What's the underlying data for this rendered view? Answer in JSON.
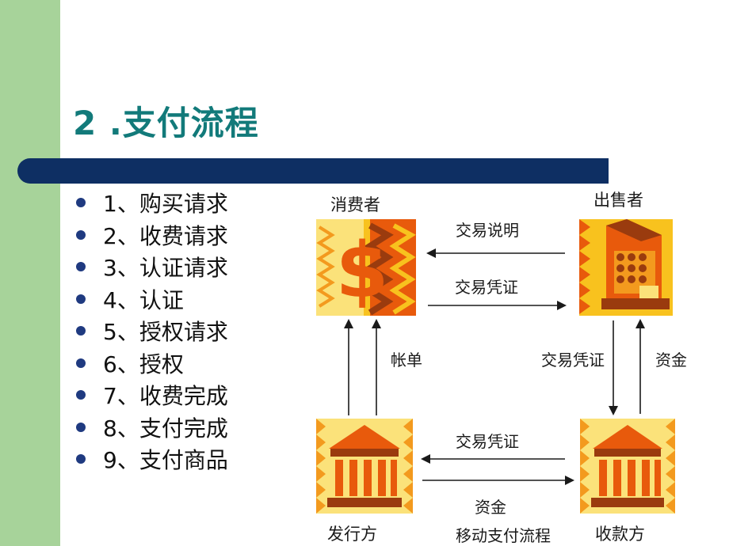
{
  "slide": {
    "title": "2 .支付流程",
    "bullets": [
      "1、购买请求",
      "2、收费请求",
      "3、认证请求",
      "4、认证",
      "5、授权请求",
      "6、授权",
      "7、收费完成",
      "8、支付完成",
      "9、支付商品"
    ]
  },
  "diagram": {
    "nodes": {
      "consumer": "消费者",
      "seller": "出售者",
      "issuer": "发行方",
      "acquirer": "收款方"
    },
    "edges": {
      "top_to_consumer": "交易说明",
      "top_to_seller": "交易凭证",
      "left_bill": "帐单",
      "right_voucher": "交易凭证",
      "right_funds": "资金",
      "bottom_to_issuer": "交易凭证",
      "bottom_to_acquirer": "资金"
    },
    "caption": "移动支付流程"
  },
  "colors": {
    "side_band": "#a7d39a",
    "title": "#127a7a",
    "title_bar": "#0e2f63",
    "bullet": "#1f3a80",
    "icon_orange": "#e85a0c",
    "icon_yellow": "#f8c21e",
    "icon_brown": "#9a3b0e"
  }
}
